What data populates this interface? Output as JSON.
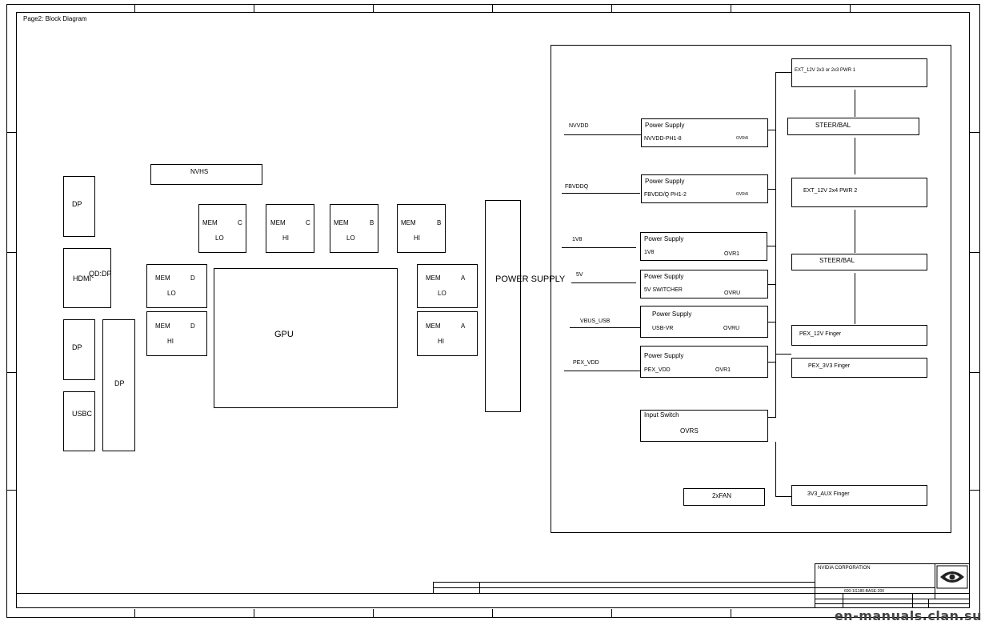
{
  "page_title": "Page2: Block Diagram",
  "left": {
    "dp_top": "DP",
    "hdmi": "HDMI",
    "qd_dp": "QD:DP",
    "dp_mid": "DP",
    "usbc": "USBC",
    "dp_tall": "DP",
    "nvhs": "NVHS"
  },
  "memory": [
    {
      "label": "MEM",
      "ch": "C",
      "pos": "LO"
    },
    {
      "label": "MEM",
      "ch": "C",
      "pos": "HI"
    },
    {
      "label": "MEM",
      "ch": "B",
      "pos": "LO"
    },
    {
      "label": "MEM",
      "ch": "B",
      "pos": "HI"
    },
    {
      "label": "MEM",
      "ch": "D",
      "pos": "LO"
    },
    {
      "label": "MEM",
      "ch": "D",
      "pos": "HI"
    },
    {
      "label": "MEM",
      "ch": "A",
      "pos": "LO"
    },
    {
      "label": "MEM",
      "ch": "A",
      "pos": "HI"
    }
  ],
  "gpu": "GPU",
  "power_supply": "POWER SUPPLY",
  "rails": [
    {
      "net": "NVVDD",
      "title": "Power Supply",
      "sub": "NVVDD-PH1-8",
      "ovr": "OVR4I"
    },
    {
      "net": "FBVDDQ",
      "title": "Power Supply",
      "sub": "FBVDD/Q PH1-2",
      "ovr": "OVR4I"
    },
    {
      "net": "1V8",
      "title": "Power Supply",
      "sub": "1V8",
      "ovr": "OVR1"
    },
    {
      "net": "5V",
      "title": "Power Supply",
      "sub": "5V SWITCHER",
      "ovr": "OVRU"
    },
    {
      "net": "VBUS_USB",
      "title": "Power Supply",
      "sub": "USB-VR",
      "ovr": "OVRU"
    },
    {
      "net": "PEX_VDD",
      "title": "Power Supply",
      "sub": "PEX_VDD",
      "ovr": "OVR1"
    }
  ],
  "input_switch": {
    "title": "Input Switch",
    "sub": "OVRS"
  },
  "fan": "2xFAN",
  "inputs": {
    "ext1": "EXT_12V 2x3 or 2x3 PWR 1",
    "steer1": "STEER/BAL",
    "ext2": "EXT_12V 2x4 PWR 2",
    "steer2": "STEER/BAL",
    "pex12": "PEX_12V Finger",
    "pex33": "PEX_3V3 Finger",
    "aux": "3V3_AUX Finger"
  },
  "title_block": {
    "company": "NVIDIA CORPORATION",
    "doc_number": "600-1G180-BASE-200"
  },
  "watermark": "en-manuals.clan.su"
}
